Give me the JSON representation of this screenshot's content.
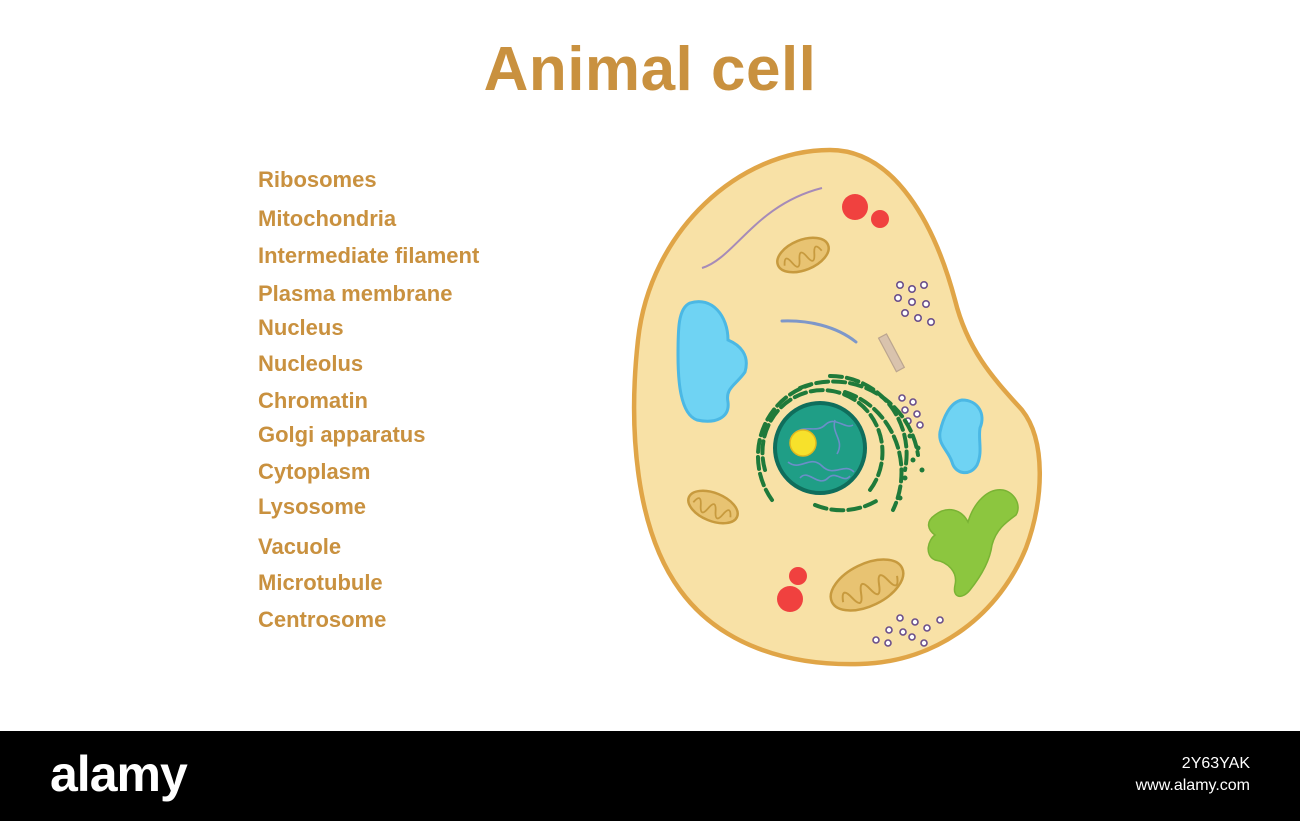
{
  "title": "Animal cell",
  "labels": [
    "Ribosomes",
    "Mitochondria",
    "Intermediate filament",
    "Plasma membrane",
    "Nucleus",
    "Nucleolus",
    "Chromatin",
    "Golgi apparatus",
    "Cytoplasm",
    "Lysosome",
    "Vacuole",
    "Microtubule",
    "Centrosome"
  ],
  "footer": {
    "watermark": "alamy",
    "image_id": "2Y63YAK",
    "site": "www.alamy.com"
  },
  "colors": {
    "label_text": "#c9913f",
    "cell_membrane": "#e0a547",
    "cytoplasm": "#f8e1a6",
    "vacuole": "#6fd3f3",
    "nucleus": "#1f9e86",
    "nucleolus": "#f7e12b",
    "endoplasmic_reticulum": "#1f7a3a",
    "lysosome": "#f0413f",
    "golgi": "#8cc63f",
    "mitochondria": "#e8c372"
  }
}
